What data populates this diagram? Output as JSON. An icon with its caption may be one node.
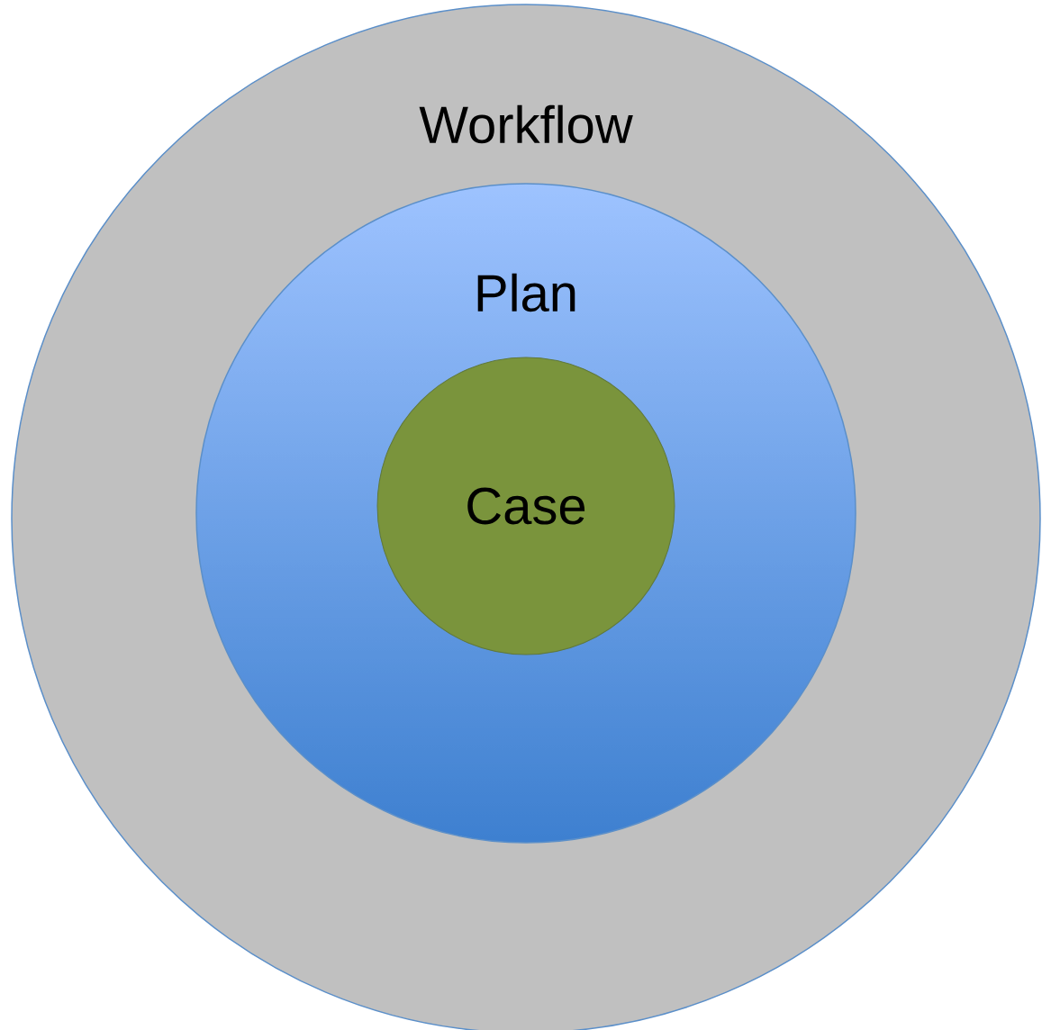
{
  "diagram": {
    "nodes": [
      {
        "text": [
          "Workflow"
        ]
      },
      {
        "text": [
          "Plan"
        ],
        "in": 0
      },
      {
        "text": [
          "Case"
        ],
        "in": 1
      }
    ]
  }
}
